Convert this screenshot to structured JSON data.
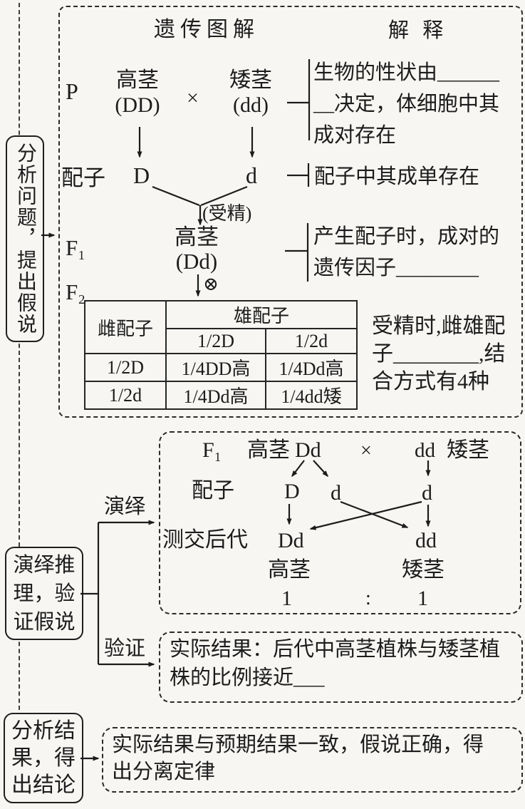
{
  "ink": "#1c1c1c",
  "paper": "#f7f6f3",
  "spine_stages": [
    {
      "label": "分析问题，提出假说"
    },
    {
      "label": "演绎推理，验证假说",
      "display": "演绎推\n理，验\n证假说"
    },
    {
      "label": "分析结果，得出结论",
      "display": "分析结\n果，得\n出结论"
    }
  ],
  "main_box": {
    "title_left": "遗传图解",
    "title_right": "解 释",
    "p_label": "P",
    "tall_pheno": "高茎",
    "tall_geno": "(DD)",
    "cross_sign": "×",
    "short_pheno": "矮茎",
    "short_geno": "(dd)",
    "gametes_label": "配子",
    "gamete_D": "D",
    "gamete_d": "d",
    "fertilization_note": "(受精)",
    "f1_label": "F₁",
    "f1_pheno": "高茎",
    "f1_geno": "(Dd)",
    "selfing_sign": "⊗",
    "f2_label": "F₂",
    "explanations": {
      "trait": "生物的性状由______\n__决定，体细胞中其\n成对存在",
      "gamete_single": "配子中其成单存在",
      "pair_separate": "产生配子时，成对的\n遗传因子________",
      "combination": "受精时,雌雄配\n子________,结\n合方式有4种"
    },
    "punnett": {
      "corner": "雌配子",
      "male_header": "雄配子",
      "male_gametes": [
        "1/2D",
        "1/2d"
      ],
      "rows": [
        {
          "female": "1/2D",
          "cells": [
            "1/4DD高",
            "1/4Dd高"
          ]
        },
        {
          "female": "1/2d",
          "cells": [
            "1/4Dd高",
            "1/4dd矮"
          ]
        }
      ]
    }
  },
  "test_cross_box": {
    "f1_label": "F₁",
    "f1_pheno": "高茎",
    "f1_geno": "Dd",
    "cross_sign": "×",
    "tester_geno": "dd",
    "tester_pheno": "矮茎",
    "gametes_label": "配子",
    "gamete_1": "D",
    "gamete_2": "d",
    "gamete_3": "d",
    "offspring_label": "测交后代",
    "offspring_1": "Dd",
    "offspring_2": "dd",
    "offspring_1_pheno": "高茎",
    "offspring_2_pheno": "矮茎",
    "ratio_left": "1",
    "ratio_colon": ":",
    "ratio_right": "1"
  },
  "branches": {
    "deduce_label": "演绎",
    "verify_label": "验证"
  },
  "verify_box": {
    "text": "实际结果：后代中高茎植株与矮茎植\n株的比例接近___"
  },
  "conclusion_box": {
    "text": "实际结果与预期结果一致，假说正确，得\n出分离定律"
  }
}
